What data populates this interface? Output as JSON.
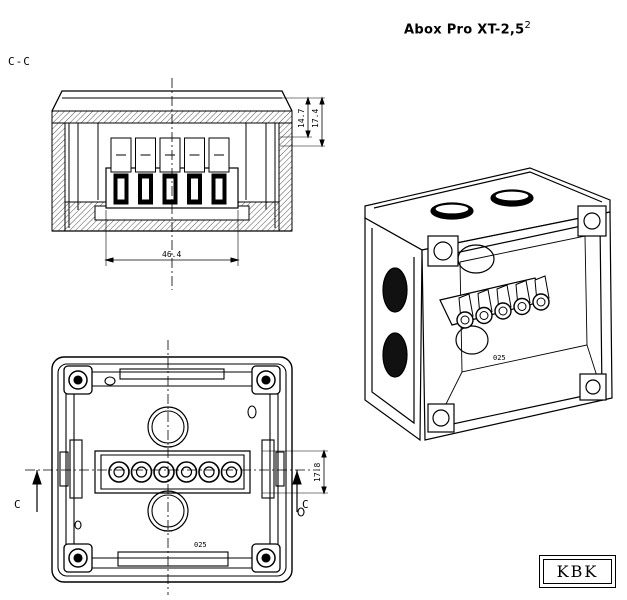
{
  "title": {
    "name": "Abox Pro  XT-2,5",
    "superscript": "2"
  },
  "section_label": "C-C",
  "section_markers": {
    "left": "C",
    "right": "C"
  },
  "dimensions": {
    "upper_depth": "14.7",
    "overall_depth": "17.4",
    "terminal_width": "46.4",
    "side_height": "17.8"
  },
  "gland_labels": {
    "front": "025",
    "iso": "025"
  },
  "logo_text": "KBK",
  "colors": {
    "ink": "#000000",
    "paper": "#ffffff",
    "shade": "#8a8a8a",
    "hatch": "#555555"
  }
}
